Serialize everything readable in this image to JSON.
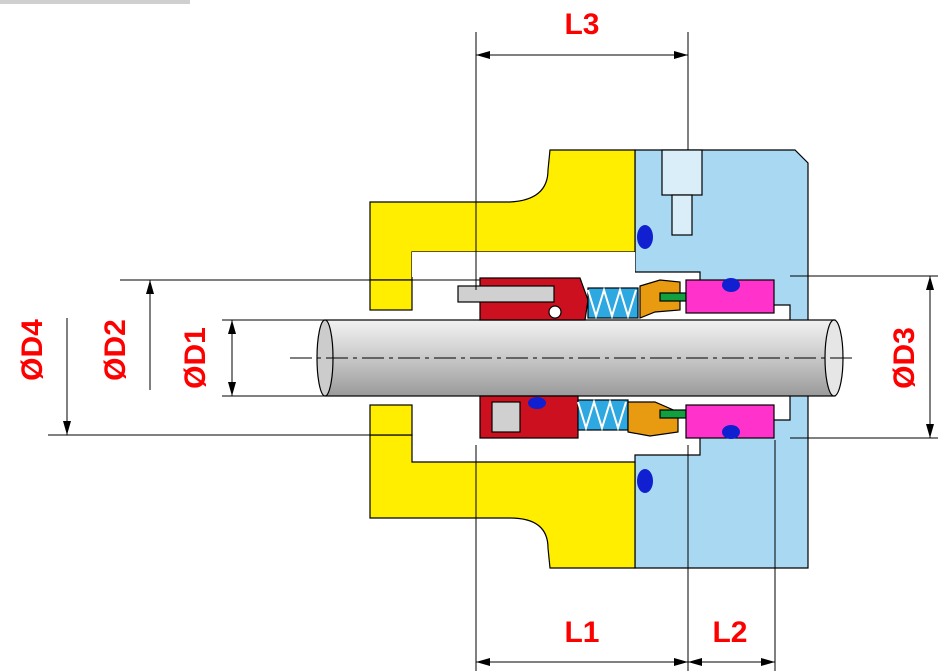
{
  "labels": {
    "l1": "L1",
    "l2": "L2",
    "l3": "L3",
    "d1": "ØD1",
    "d2": "ØD2",
    "d3": "ØD3",
    "d4": "ØD4"
  },
  "colors": {
    "gland": "#ffee00",
    "housing": "#a9d9f2",
    "shaft": "#c8c8c8",
    "rotating_seal_body": "#cc1020",
    "spring": "#2ea8e0",
    "drive_ring": "#e89a10",
    "stationary_seat": "#ff33cc",
    "o_ring": "#1020d0",
    "secondary_seal": "#10a040",
    "dimension_text": "#ff0000"
  }
}
